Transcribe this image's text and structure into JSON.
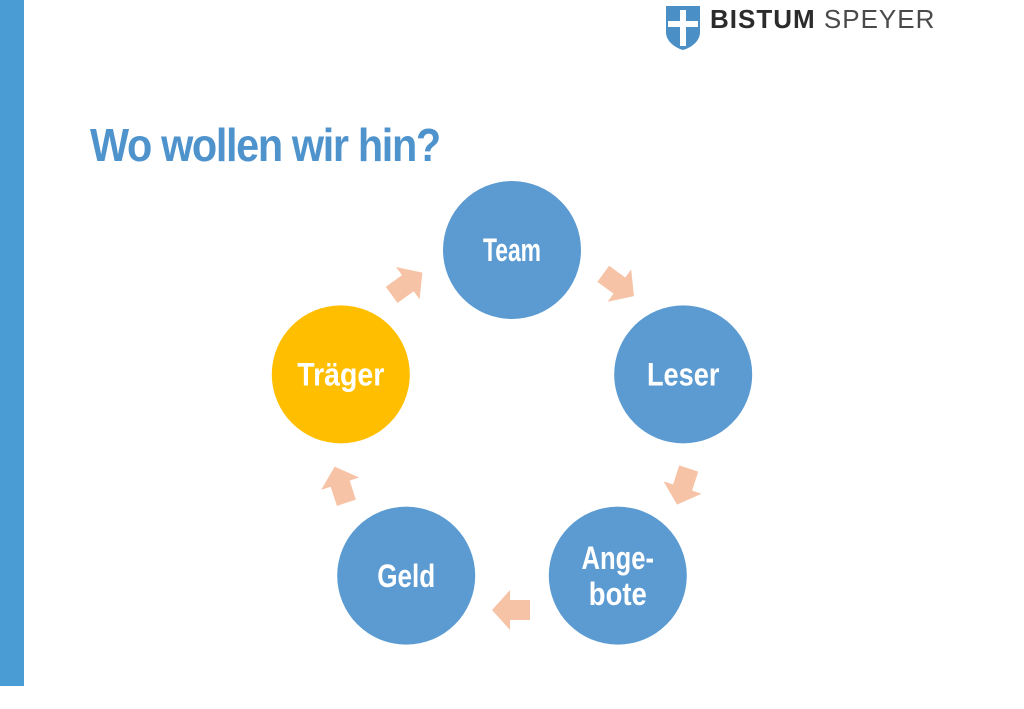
{
  "header": {
    "logo_word1": "BISTUM",
    "logo_word2": "SPEYER"
  },
  "slide": {
    "title": "Wo wollen wir hin?"
  },
  "cycle": {
    "nodes": [
      {
        "id": "team",
        "lines": [
          "Team"
        ],
        "color": "#5b9bd1"
      },
      {
        "id": "leser",
        "lines": [
          "Leser"
        ],
        "color": "#5b9bd1"
      },
      {
        "id": "angebote",
        "lines": [
          "Ange-",
          "bote"
        ],
        "color": "#5b9bd1"
      },
      {
        "id": "geld",
        "lines": [
          "Geld"
        ],
        "color": "#5b9bd1"
      },
      {
        "id": "traeger",
        "lines": [
          "Träger"
        ],
        "color": "#ffbf00"
      }
    ],
    "arrow_color": "#f7c3a7"
  }
}
